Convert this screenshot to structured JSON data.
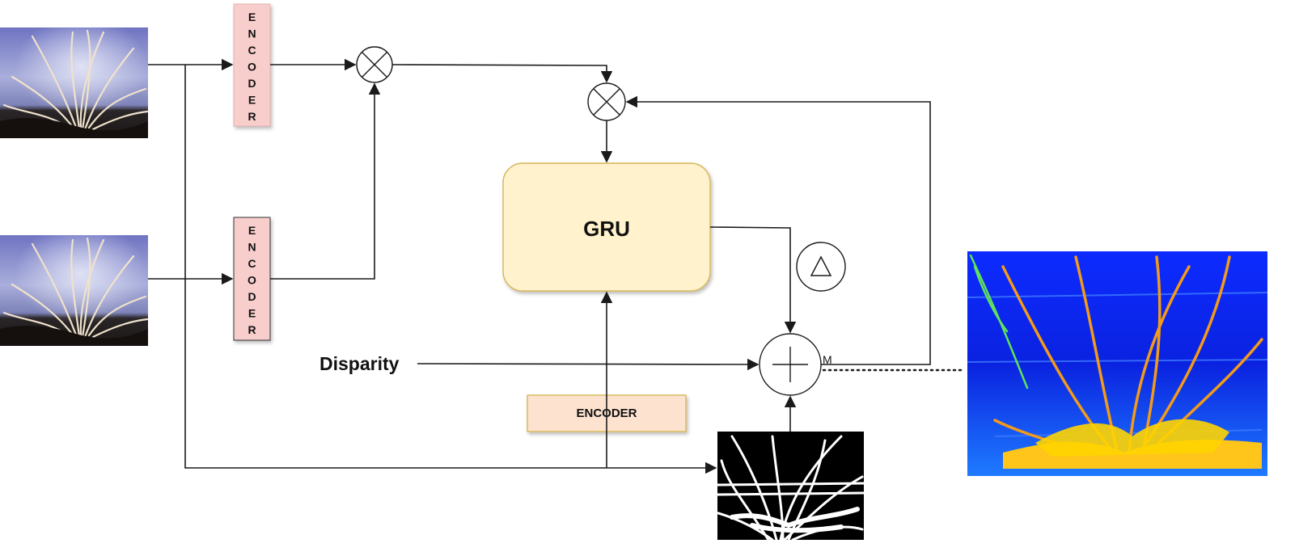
{
  "encoder_top": {
    "letters": [
      "E",
      "N",
      "C",
      "O",
      "D",
      "E",
      "R"
    ]
  },
  "encoder_mid": {
    "letters": [
      "E",
      "N",
      "C",
      "O",
      "D",
      "E",
      "R"
    ]
  },
  "encoder_bottom": {
    "label": "ENCODER"
  },
  "gru": {
    "label": "GRU"
  },
  "disparity": {
    "label": "Disparity"
  },
  "sum_node": {
    "label": "M"
  },
  "colors": {
    "encoder_pink": "#f8cecc",
    "encoder_peach": "#fde3cf",
    "encoder_border": "#d6b656",
    "gru_fill": "#fff2cc",
    "gru_border": "#d6b656",
    "sky": "#8c92c8",
    "depth_blue": "#0a1fe8",
    "vine_orange": "#f29a1a",
    "vine_yellow": "#ffd400"
  }
}
